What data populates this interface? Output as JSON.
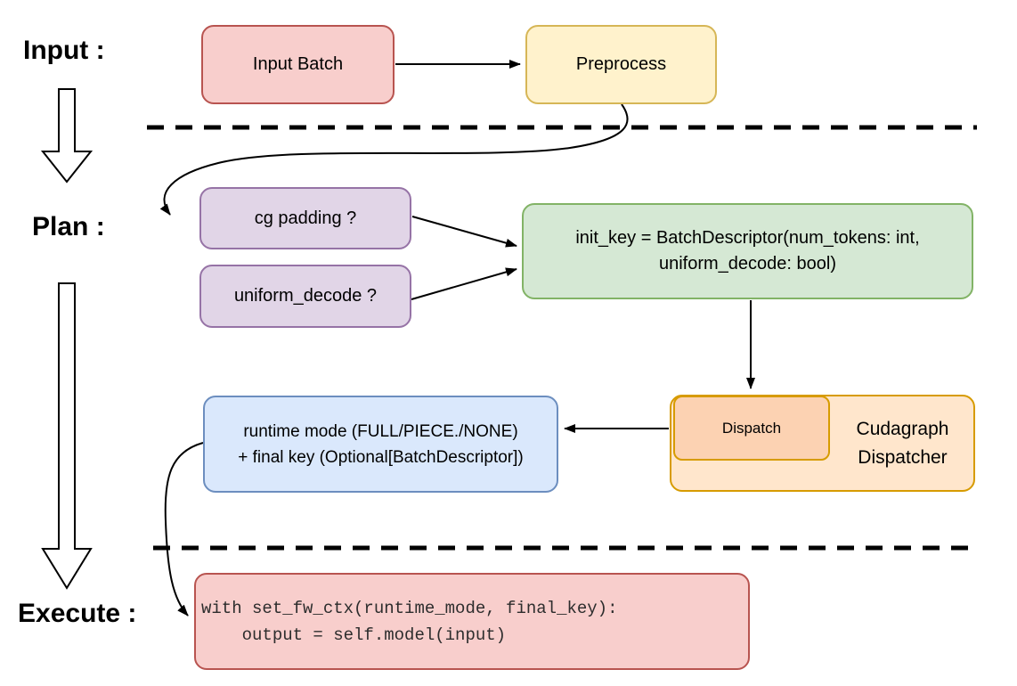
{
  "stage_labels": {
    "input": "Input :",
    "plan": "Plan :",
    "execute": "Execute :"
  },
  "nodes": {
    "input_batch": {
      "label": "Input Batch"
    },
    "preprocess": {
      "label": "Preprocess"
    },
    "cg_padding": {
      "label": "cg padding ?"
    },
    "uniform_decode": {
      "label": "uniform_decode ?"
    },
    "init_key": {
      "line1": "init_key = BatchDescriptor(num_tokens: int,",
      "line2": "uniform_decode: bool)"
    },
    "dispatch": {
      "label": "Dispatch"
    },
    "cudagraph_dispatcher": {
      "line1": "Cudagraph",
      "line2": "Dispatcher"
    },
    "runtime_mode": {
      "line1": "runtime mode (FULL/PIECE./NONE)",
      "line2": "+ final key (Optional[BatchDescriptor])"
    },
    "execute_code": {
      "line1": "with set_fw_ctx(runtime_mode, final_key):",
      "line2": "    output = self.model(input)"
    }
  },
  "colors": {
    "red_fill": "#f8cecc",
    "red_stroke": "#b85450",
    "yellow_fill": "#fff2cc",
    "yellow_stroke": "#d6b656",
    "purple_fill": "#e1d5e7",
    "purple_stroke": "#9673a6",
    "green_fill": "#d5e8d4",
    "green_stroke": "#82b366",
    "blue_fill": "#dae8fc",
    "blue_stroke": "#6c8ebf",
    "orange_fill": "#ffe6cc",
    "orange_inner_fill": "#fcd2b2",
    "orange_stroke": "#d79b00",
    "line": "#000000",
    "background": "#ffffff"
  }
}
